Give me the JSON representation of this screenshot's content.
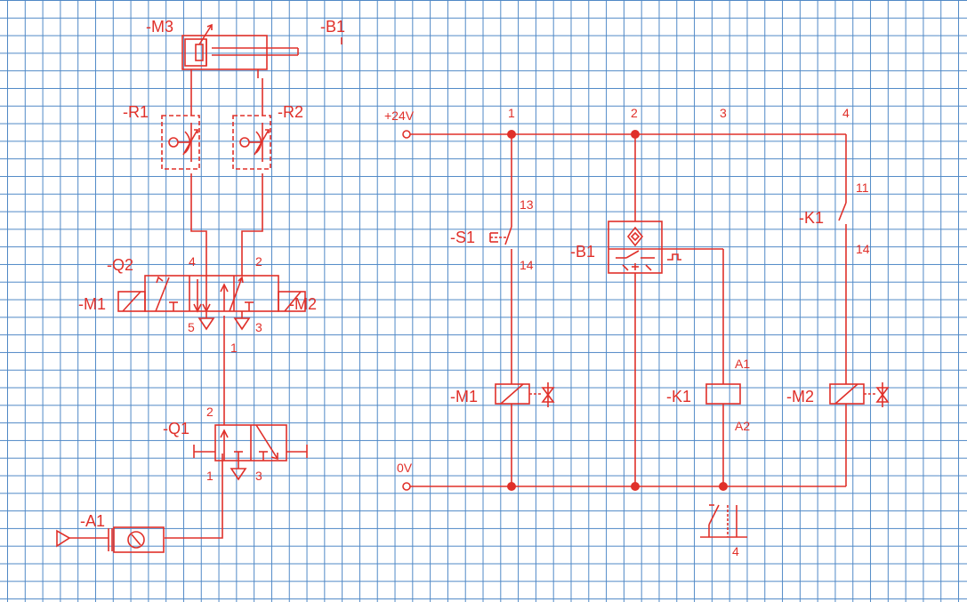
{
  "pneumatic": {
    "cylinder": {
      "label": "-M3"
    },
    "sensor": {
      "label": "-B1"
    },
    "flow_valve_left": {
      "label": "-R1"
    },
    "flow_valve_right": {
      "label": "-R2"
    },
    "main_valve": {
      "label": "-Q2",
      "port_a": "4",
      "port_b": "2",
      "exhaust_left": "5",
      "exhaust_right": "3",
      "supply": "1"
    },
    "solenoid_left": {
      "label": "-M1"
    },
    "solenoid_right": {
      "label": "-M2"
    },
    "pilot_valve": {
      "label": "-Q1",
      "port_out": "2",
      "port_in": "1",
      "exhaust": "3"
    },
    "supply_unit": {
      "label": "-A1"
    }
  },
  "electrical": {
    "supply_positive": "+24V",
    "supply_zero": "0V",
    "columns": [
      "1",
      "2",
      "3",
      "4"
    ],
    "switch_s1": {
      "label": "-S1",
      "pin_top": "13",
      "pin_bottom": "14"
    },
    "sensor_b1": {
      "label": "-B1"
    },
    "contact_k1": {
      "label": "-K1",
      "pin_top": "11",
      "pin_bottom": "14"
    },
    "coil_m1": {
      "label": "-M1"
    },
    "relay_k1": {
      "label": "-K1",
      "pin_a1": "A1",
      "pin_a2": "A2"
    },
    "coil_m2": {
      "label": "-M2"
    },
    "contact_map": {
      "ref": "4"
    }
  }
}
